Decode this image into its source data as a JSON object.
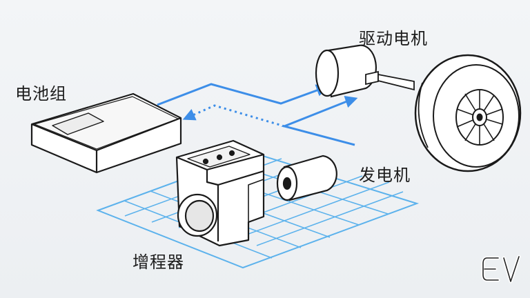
{
  "labels": {
    "battery": "电池组",
    "drive_motor": "驱动电机",
    "generator": "发电机",
    "range_extender": "增程器"
  },
  "colors": {
    "flow_line": "#3d8ee8",
    "grid": "#5cb2ec",
    "outline": "#1a1a1a",
    "body_fill": "#ffffff",
    "background": "#eef1f4"
  },
  "icons": {
    "logo": "ev-logo"
  }
}
